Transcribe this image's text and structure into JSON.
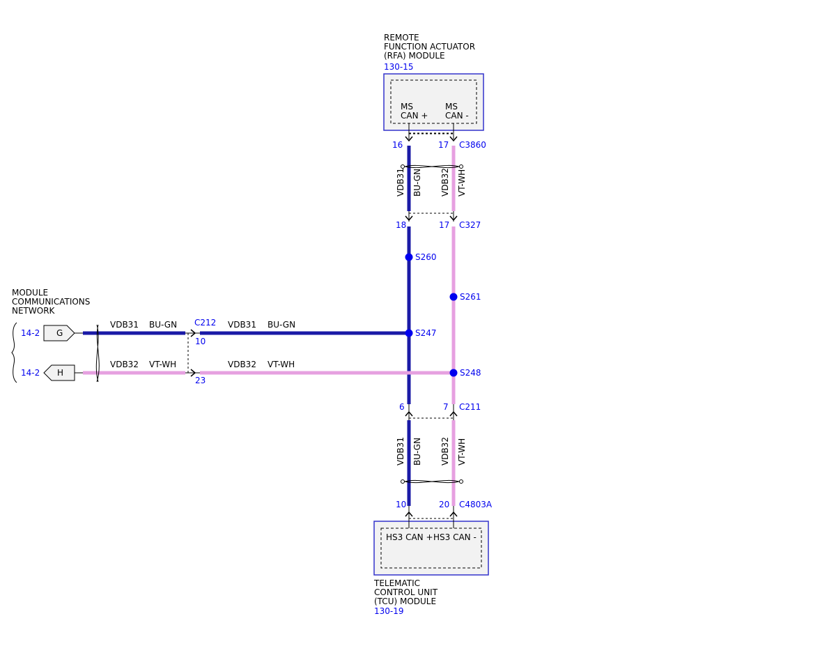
{
  "colors": {
    "bu_gn": "#1a1aa6",
    "vt_wh": "#e6a0e0",
    "ref": "#0000ee",
    "module_fill": "#f2f2f2",
    "module_border": "#3333cc"
  },
  "rfa": {
    "title_line1": "REMOTE",
    "title_line2": "FUNCTION ACTUATOR",
    "title_line3": "(RFA) MODULE",
    "ref": "130-15",
    "pin_left_line1": "MS",
    "pin_left_line2": "CAN +",
    "pin_right_line1": "MS",
    "pin_right_line2": "CAN -"
  },
  "tcu": {
    "title_line1": "TELEMATIC",
    "title_line2": "CONTROL UNIT",
    "title_line3": "(TCU) MODULE",
    "ref": "130-19",
    "pin_left": "HS3 CAN +",
    "pin_right": "HS3 CAN -"
  },
  "network": {
    "title_line1": "MODULE",
    "title_line2": "COMMUNICATIONS",
    "title_line3": "NETWORK",
    "ref_g": "14-2",
    "ref_h": "14-2",
    "tag_g": "G",
    "tag_h": "H"
  },
  "connectors": {
    "c3860": {
      "name": "C3860",
      "pin_a": "16",
      "pin_b": "17"
    },
    "c327": {
      "name": "C327",
      "pin_a": "18",
      "pin_b": "17"
    },
    "c211": {
      "name": "C211",
      "pin_a": "6",
      "pin_b": "7"
    },
    "c4803a": {
      "name": "C4803A",
      "pin_a": "10",
      "pin_b": "20"
    },
    "c212": {
      "name": "C212",
      "pin_a": "10",
      "pin_b": "23"
    }
  },
  "splices": {
    "s260": "S260",
    "s261": "S261",
    "s247": "S247",
    "s248": "S248"
  },
  "wires": {
    "vdb31": "VDB31",
    "vdb32": "VDB32",
    "bu_gn": "BU-GN",
    "vt_wh": "VT-WH"
  }
}
